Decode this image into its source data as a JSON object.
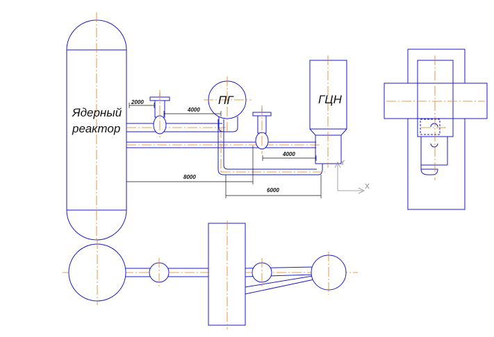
{
  "labels": {
    "reactor_line1": "Ядерный",
    "reactor_line2": "реактор",
    "steam_generator": "ПГ",
    "pump": "ГЦН"
  },
  "dimensions": {
    "d_2000": "2000",
    "d_4000_upper": "4000",
    "d_4000_lower": "4000",
    "d_8000": "8000",
    "d_6000": "6000"
  },
  "ucs": {
    "x_label": "X",
    "y_label": "Y"
  },
  "colors": {
    "outline": "#1a1ad0",
    "centerline": "#e07a1a",
    "dimension": "#111111"
  }
}
